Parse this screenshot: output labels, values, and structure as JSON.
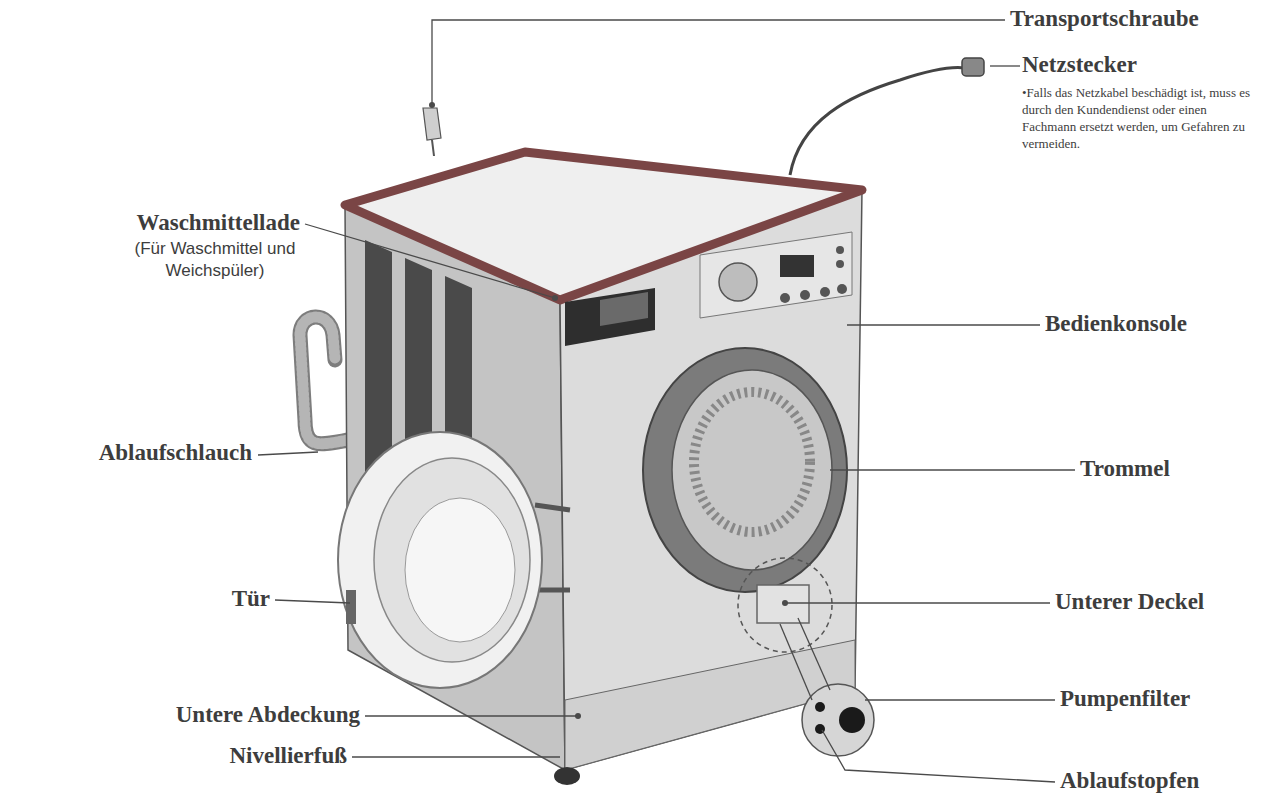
{
  "diagram": {
    "labels": [
      "Transportschraube",
      "Netzstecker",
      "•Falls das Netzkabel beschädigt ist, muss es durch den Kundendienst oder einen Fachmann ersetzt werden, um Gefahren zu vermeiden.",
      "Waschmittellade",
      "(Für Waschmittel und Weichspüler)",
      "Bedienkonsole",
      "Ablaufschlauch",
      "Trommel",
      "Tür",
      "Unterer Deckel",
      "Untere Abdeckung",
      "Pumpenfilter",
      "Nivellierfuß",
      "Ablaufstopfen"
    ]
  }
}
